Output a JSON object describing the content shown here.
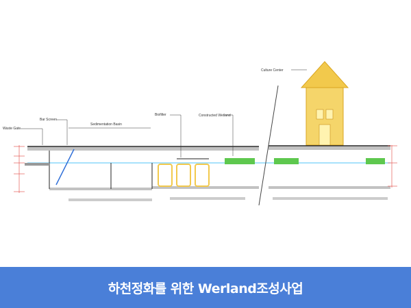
{
  "labels": {
    "waste_gate": "Waste Gate",
    "bar_screen": "Bar Screen",
    "sedimentation_basin": "Sedimentation Basin",
    "biofilter": "Biofilter",
    "constructed_wetland": "Constructed Wetland",
    "culture_center": "Culture Center"
  },
  "caption": "하천정화를 위한 Werland조성사업",
  "colors": {
    "caption_bg": "#4a7fd8",
    "water": "#4fc3f7",
    "wetland": "#5ec84e",
    "building": "#f2c94c",
    "dimension": "#e0413c"
  }
}
